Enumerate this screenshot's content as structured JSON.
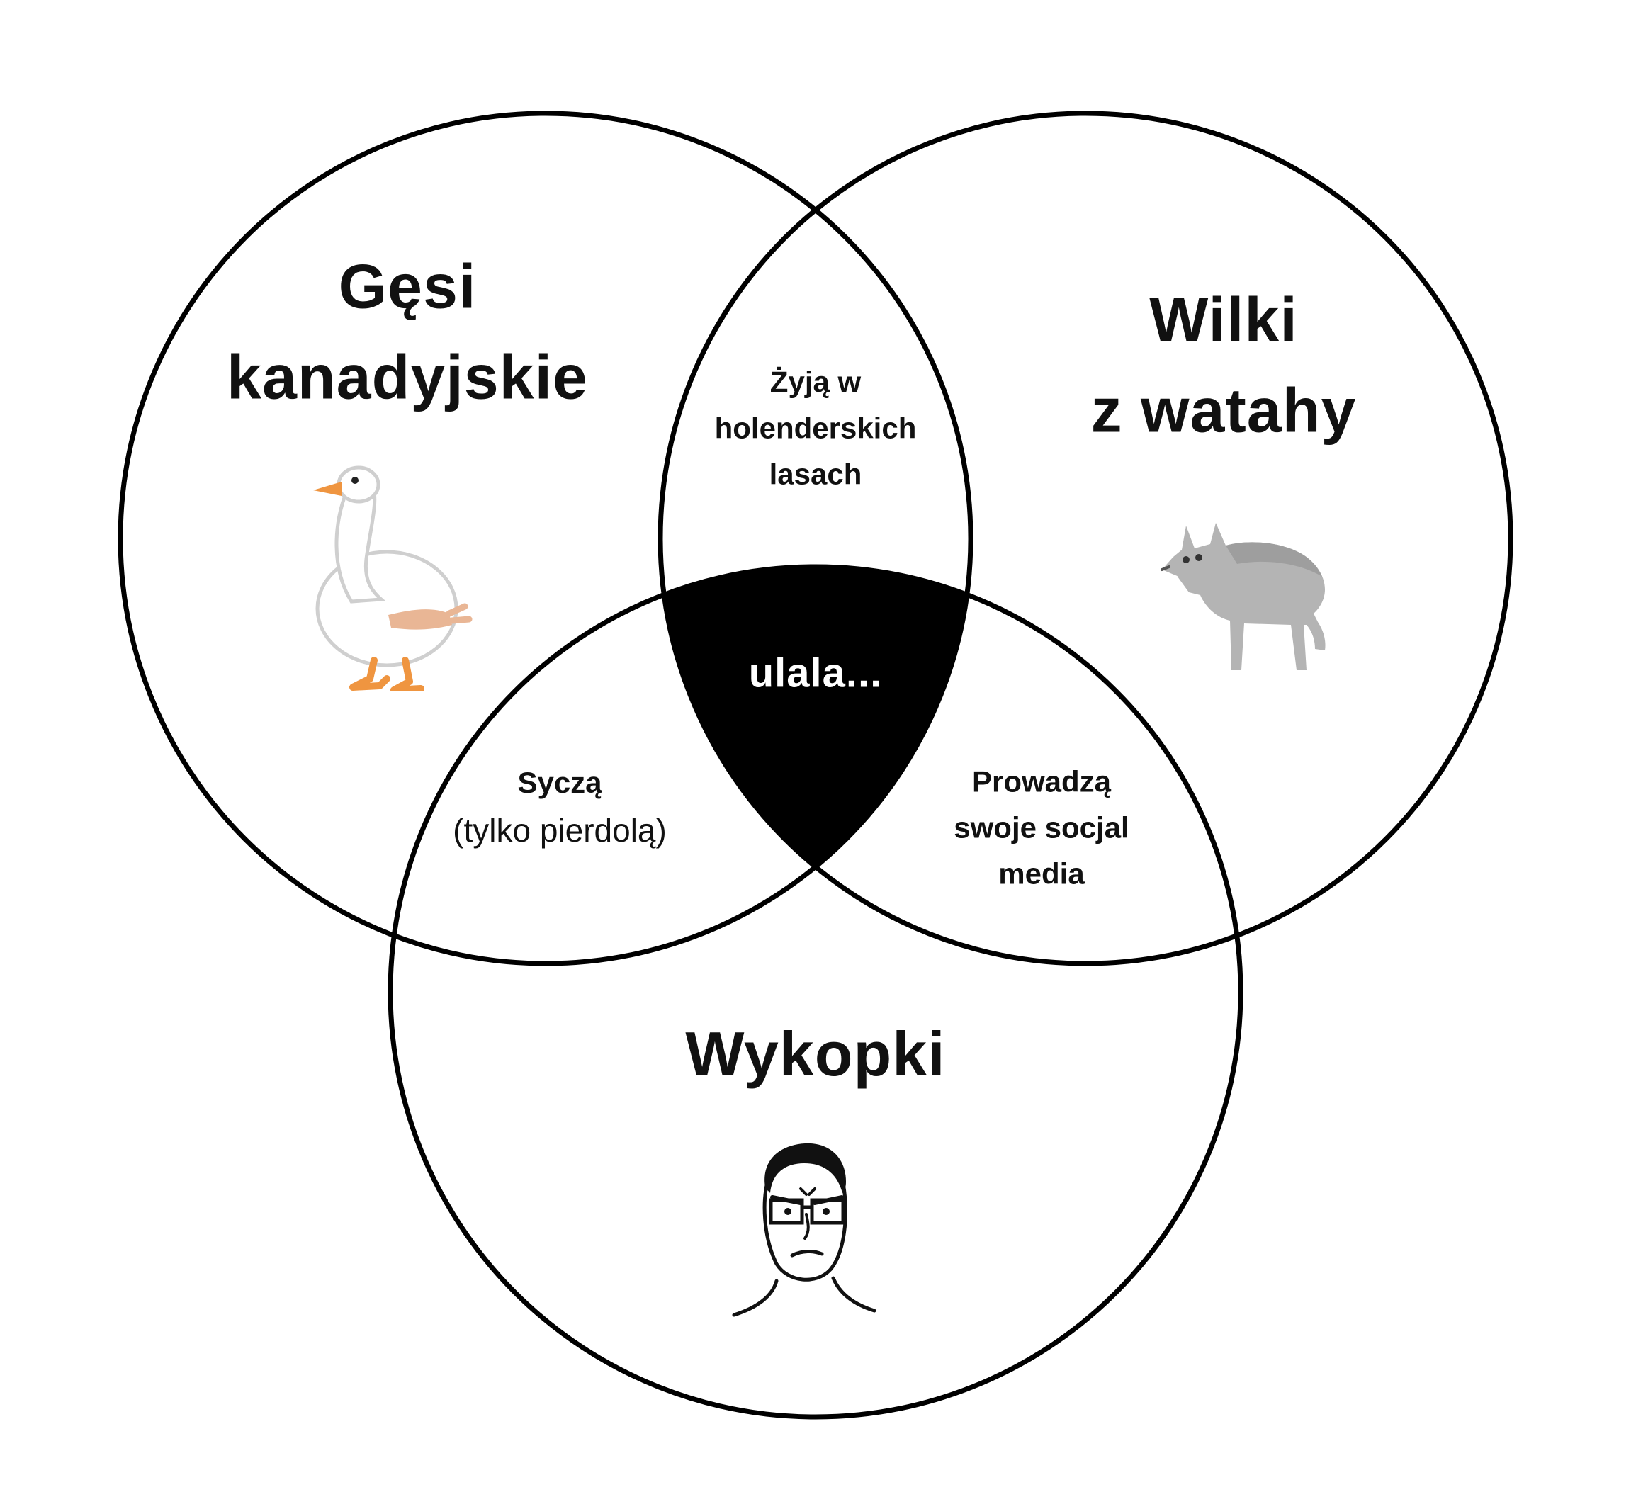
{
  "colors": {
    "background": "#ffffff",
    "circle_stroke": "#000000",
    "center_fill": "#000000",
    "center_text_color": "#ffffff",
    "text_color": "#111111"
  },
  "sets": {
    "geese": {
      "line1": "Gęsi",
      "line2": "kanadyjskie",
      "image": "goose-with-human-arms"
    },
    "wolves": {
      "line1": "Wilki",
      "line2": "z watahy",
      "image": "gray-wolf"
    },
    "wykopki": {
      "label": "Wykopki",
      "image": "wojak-nerd-face"
    }
  },
  "intersections": {
    "geese_wolves": {
      "line1": "Żyją w",
      "line2": "holenderskich",
      "line3": "lasach"
    },
    "geese_wykopki": {
      "line1": "Syczą",
      "line2": "(tylko pierdolą)"
    },
    "wolves_wykopki": {
      "line1": "Prowadzą",
      "line2": "swoje socjal",
      "line3": "media"
    },
    "all_three": {
      "label": "ulala..."
    }
  }
}
